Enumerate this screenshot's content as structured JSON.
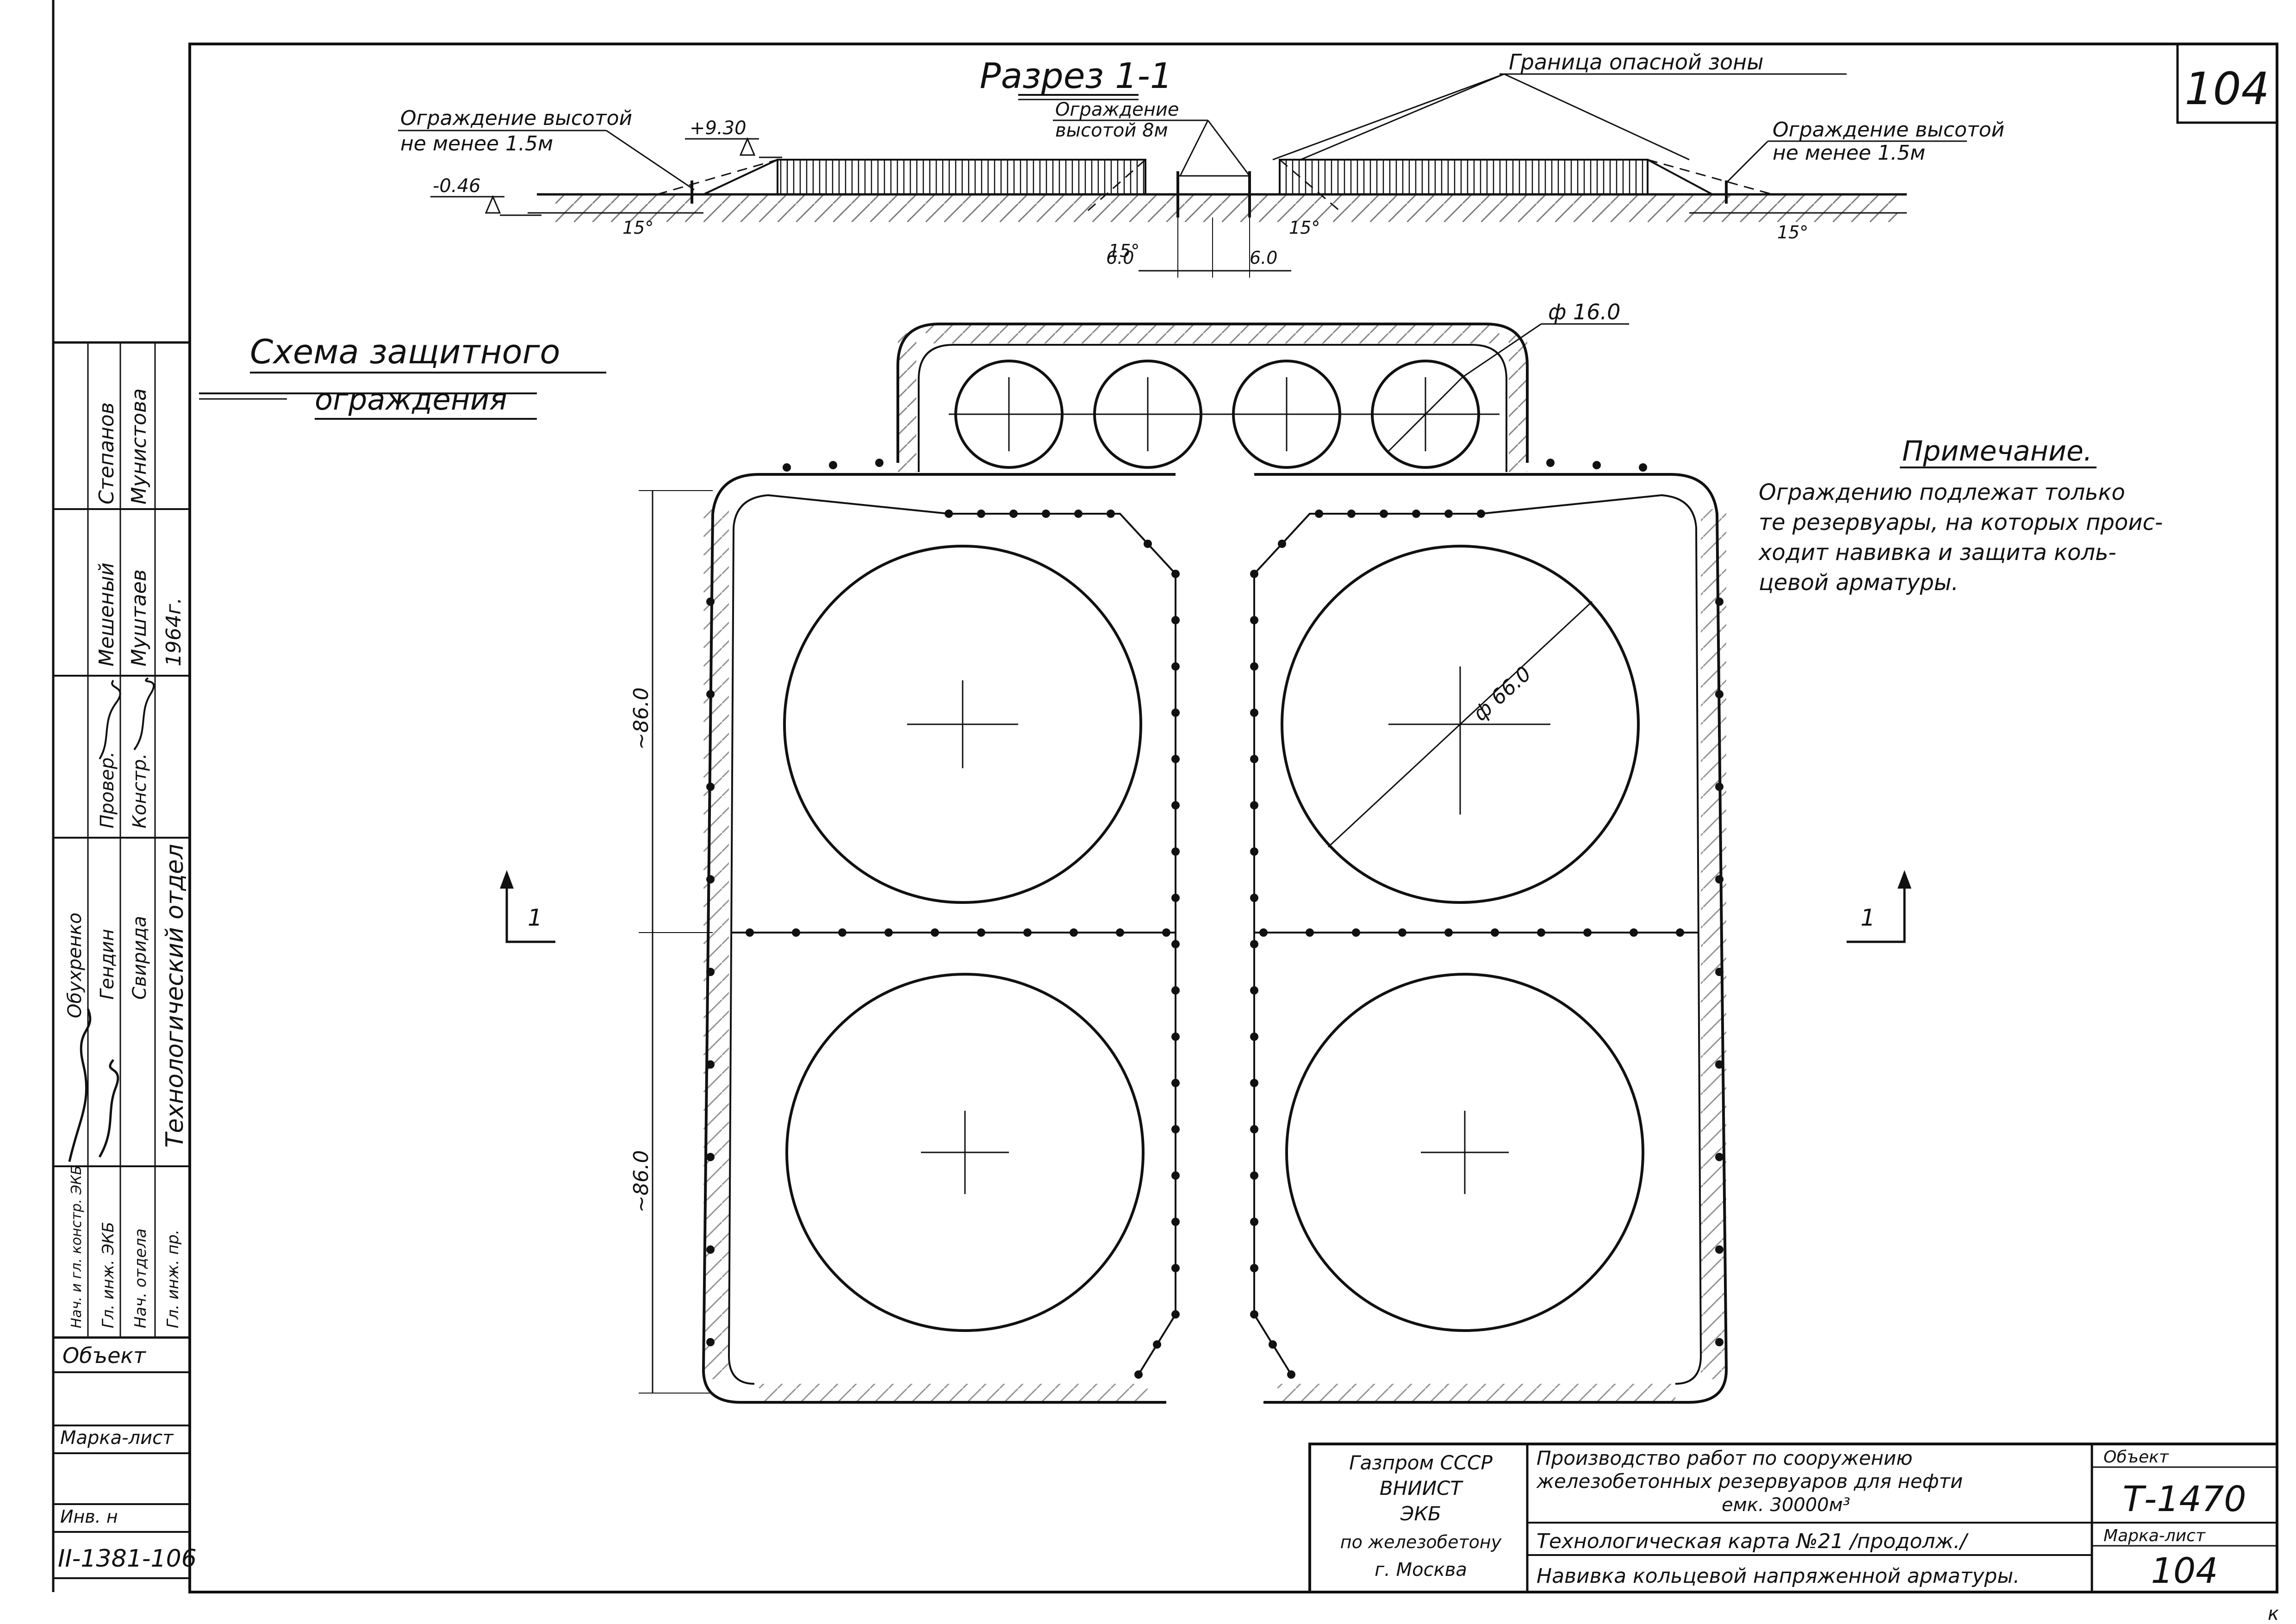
{
  "sheet_number": "104",
  "section": {
    "title": "Разрез 1-1",
    "danger_zone_label": "Граница опасной зоны",
    "fence_left_line1": "Ограждение высотой",
    "fence_left_line2": "не менее 1.5м",
    "fence_right_line1": "Ограждение высотой",
    "fence_right_line2": "не менее 1.5м",
    "fence_center_line1": "Ограждение",
    "fence_center_line2": "высотой 8м",
    "elev_top": "+9.30",
    "elev_bottom": "-0.46",
    "angle_label": "15°",
    "dim_6_0": "6.0"
  },
  "scheme": {
    "title_line1": "Схема защитного",
    "title_line2": "ограждения",
    "dia_small": "ф 16.0",
    "dia_large": "ф 66.0",
    "dim_86": "~86.0",
    "section_mark": "1"
  },
  "note": {
    "title": "Примечание.",
    "lines": [
      "Ограждению подлежат только",
      "те резервуары, на которых проис-",
      "ходит навивка и защита коль-",
      "цевой арматуры."
    ]
  },
  "side_stamp": {
    "role_rows": [
      "Нач. и гл. констр. ЭКБ",
      "Гл. инж. ЭКБ",
      "Нач. отдела",
      "Гл. инж. пр.",
      "Технологический отдел"
    ],
    "name_rows": [
      "Обухренко",
      "Гендин",
      "Свирида"
    ],
    "check_roles": [
      "Провер.",
      "Констр."
    ],
    "check_names": [
      "Мешеный",
      "Муштаев"
    ],
    "year": "1964г.",
    "final_names": [
      "Степанов",
      "Мунистова"
    ],
    "object_label": "Объект",
    "mark_sheet_label": "Марка-лист",
    "inv_label": "Инв. н",
    "inv_value": "II-1381-106"
  },
  "title_block": {
    "org": [
      "Газпром СССР",
      "ВНИИСТ",
      "ЭКБ",
      "по железобетону",
      "г. Москва"
    ],
    "description": [
      "Производство работ по сооружению",
      "железобетонных резервуаров для нефти",
      "емк. 30000м³"
    ],
    "card": "Технологическая карта №21 /продолж./",
    "work": "Навивка кольцевой напряженной арматуры.",
    "object_label": "Объект",
    "object_value": "Т-1470",
    "mark_label": "Марка-лист",
    "mark_value": "104"
  },
  "corner_mark": "к"
}
